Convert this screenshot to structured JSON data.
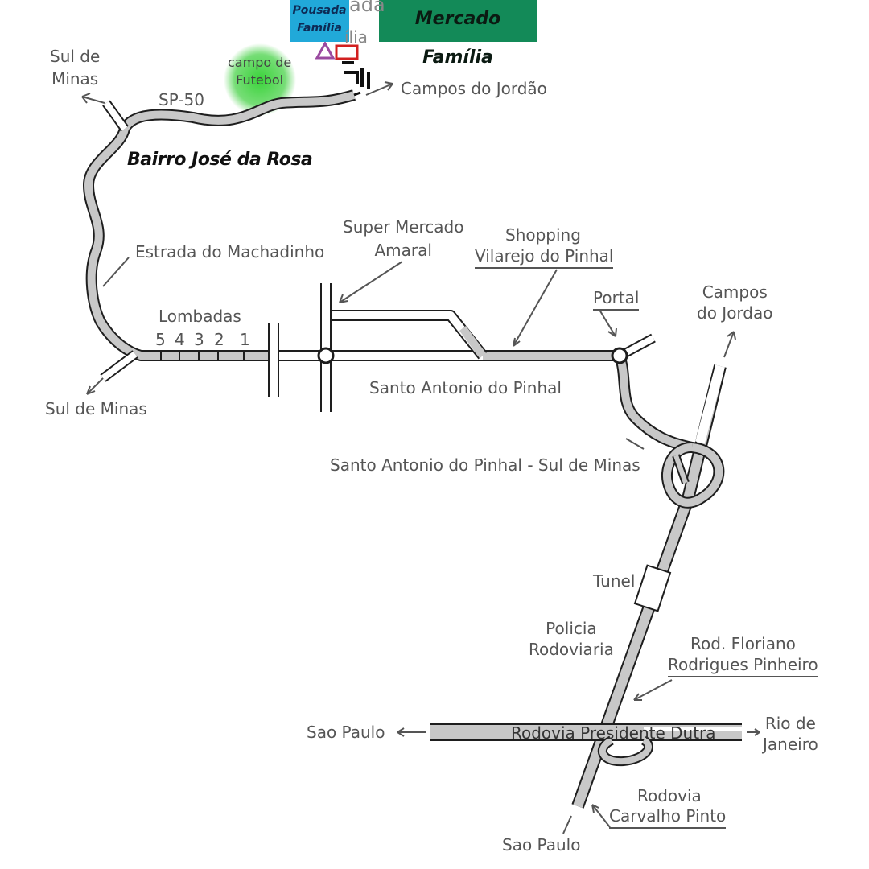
{
  "places": {
    "pousada": "Pousada\nFamília",
    "mercado": "Mercado Família",
    "pousada_partial": "ada",
    "pousada_partial2": "ília",
    "campo": "campo de\nFutebol",
    "bairro": "Bairro José da Rosa",
    "super_mercado": "Super Mercado\nAmaral",
    "shopping": "Shopping",
    "vilarejo": "Vilarejo do Pinhal",
    "portal": "Portal",
    "tunel": "Tunel",
    "policia": "Policia\nRodoviaria"
  },
  "roads": {
    "sp50": "SP-50",
    "estrada": "Estrada do Machadinho",
    "santo_antonio": "Santo Antonio do Pinhal",
    "santo_sul": "Santo Antonio do Pinhal - Sul de Minas",
    "floriano_1": "Rod. Floriano",
    "floriano_2": "Rodrigues Pinheiro",
    "dutra": "Rodovia Presidente Dutra",
    "carvalho_1": "Rodovia",
    "carvalho_2": "Carvalho Pinto"
  },
  "destinations": {
    "sul_minas_top": "Sul de\nMinas",
    "campos_jordao_top": "Campos do Jordão",
    "sul_minas_bottom": "Sul de Minas",
    "campos_jordao_right": "Campos\ndo Jordao",
    "sao_paulo_left": "Sao Paulo",
    "rio": "Rio de\nJaneiro",
    "sao_paulo_bottom": "Sao Paulo"
  },
  "lombadas": {
    "title": "Lombadas",
    "numbers": [
      "5",
      "4",
      "3",
      "2",
      "1"
    ]
  },
  "colors": {
    "road_fill": "#c8c8c8",
    "road_edge": "#1e1e1e",
    "accent_blue": "#21a9d9",
    "accent_green": "#138a58",
    "pitch_green": "#3ccf3c"
  }
}
